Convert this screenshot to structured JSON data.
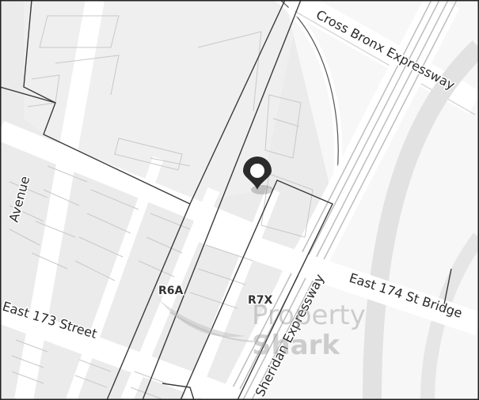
{
  "map": {
    "streets": {
      "cross_bronx": "Cross Bronx Expressway",
      "sheridan": "Sheridan Expressway",
      "east_174": "East 174 St Bridge",
      "east_173": "East 173 Street",
      "avenue": "Avenue"
    },
    "zones": {
      "r6a": "R6A",
      "r7x": "R7X"
    },
    "watermark": {
      "line1": "Property",
      "line2": "Shark"
    },
    "marker_icon": "map-pin-icon",
    "colors": {
      "road": "#ffffff",
      "block": "#ececec",
      "lot_line": "#c8c8c8",
      "zone_line": "#3a3a3a",
      "marker": "#2b2b2b"
    }
  }
}
